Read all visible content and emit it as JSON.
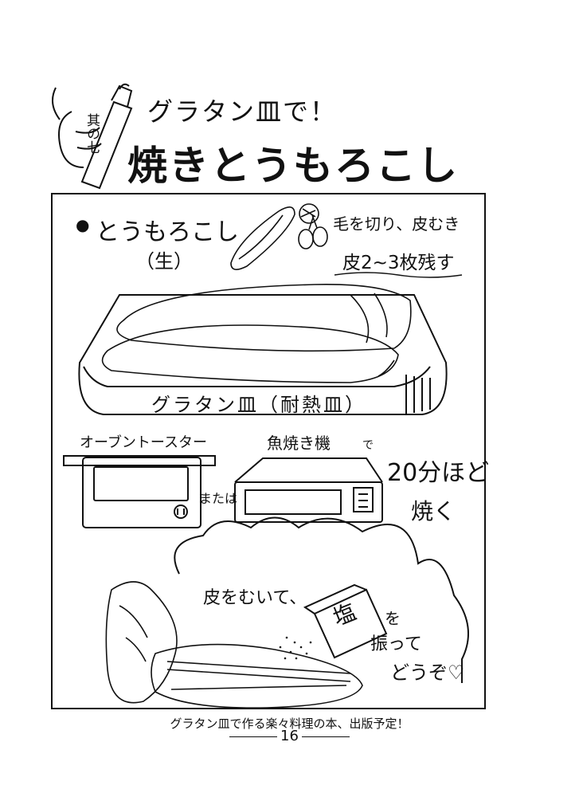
{
  "header": {
    "badge_label": "其の七",
    "subtitle": "グラタン皿で！",
    "title": "焼きとうもろこし"
  },
  "ingredient": {
    "bullet": "●",
    "name": "とうもろこし",
    "note": "（生）"
  },
  "prep": {
    "step1": "毛を切り、皮むき",
    "step2": "皮2~3枚残す"
  },
  "dish_label": "グラタン皿（耐熱皿）",
  "cooking": {
    "toaster_label": "オーブントースター",
    "or_label": "または",
    "grill_label": "魚焼き機",
    "grill_particle": "で",
    "time_text": "20分ほど",
    "bake_text": "焼く"
  },
  "finish": {
    "peel_text": "皮をむいて、",
    "salt_label": "塩",
    "salt_particle": "を",
    "shake_text": "振って",
    "serve_text": "どうぞ♡",
    "heart_icon": "heart-icon"
  },
  "footer": {
    "note": "グラタン皿で作る楽々料理の本、出版予定！",
    "page_number": "16"
  }
}
